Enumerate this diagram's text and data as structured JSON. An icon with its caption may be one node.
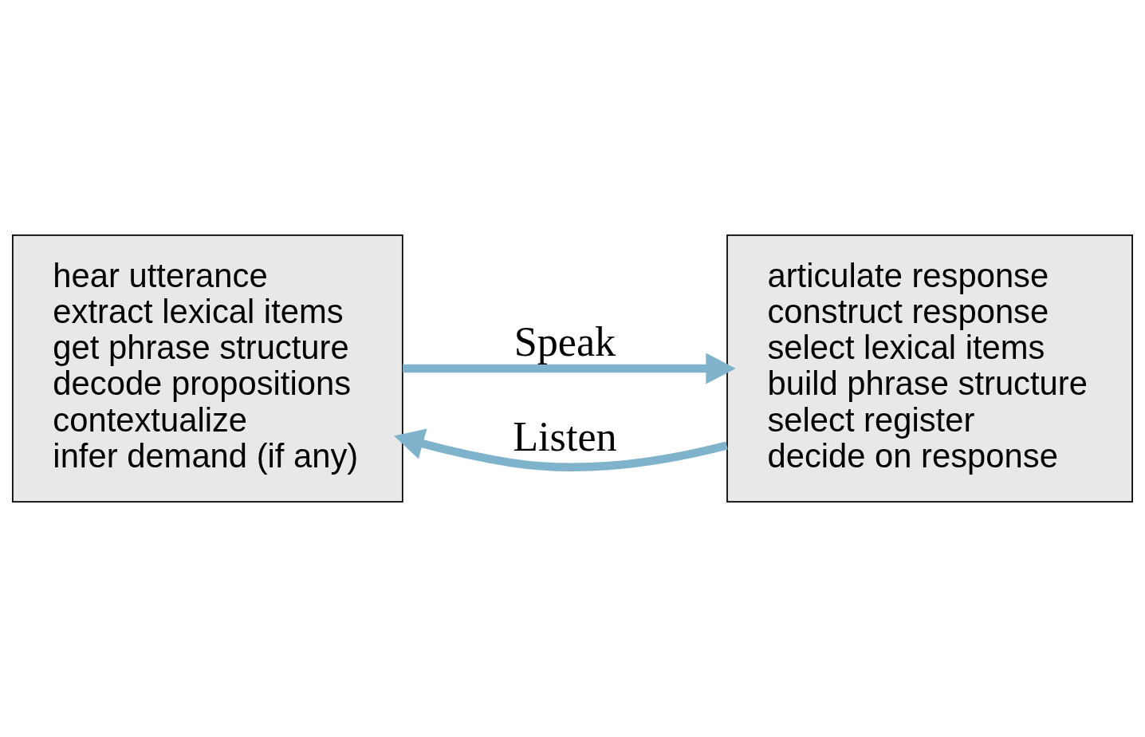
{
  "diagram": {
    "nodes": [
      {
        "text": [
          "hear utterance",
          "extract lexical items",
          "get phrase structure",
          "decode propositions",
          "contextualize",
          "infer demand (if any)"
        ]
      },
      {
        "text": [
          "articulate response",
          "construct response",
          "select lexical items",
          "build phrase structure",
          "select register",
          "decide on response"
        ]
      }
    ],
    "edges": [
      {
        "from": 1,
        "to": 0,
        "arrow": "to",
        "label": "Listen"
      },
      {
        "from": 0,
        "to": 1,
        "arrow": "to",
        "label": "Speak"
      }
    ]
  }
}
